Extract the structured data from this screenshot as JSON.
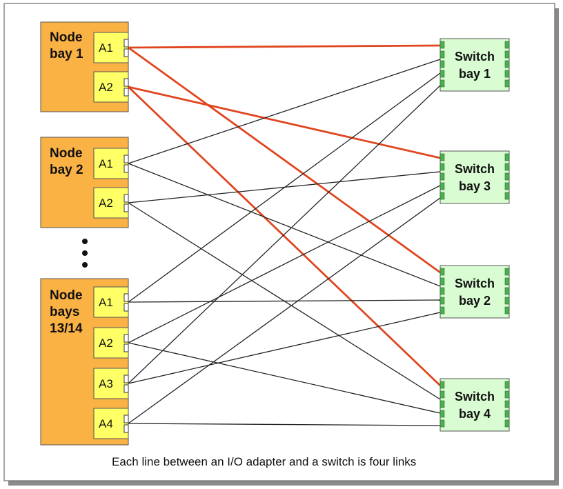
{
  "colors": {
    "node_fill": "#FBB245",
    "adapter_fill": "#FFFF66",
    "switch_fill": "#D9FCD2",
    "switch_port": "#4CAF50",
    "highlight_line": "#E0451E",
    "normal_line": "#222222"
  },
  "nodes": [
    {
      "id": "n1",
      "label_lines": [
        "Node",
        "bay 1"
      ],
      "adapters": [
        {
          "id": "n1a1",
          "label": "A1"
        },
        {
          "id": "n1a2",
          "label": "A2"
        }
      ]
    },
    {
      "id": "n2",
      "label_lines": [
        "Node",
        "bay 2"
      ],
      "adapters": [
        {
          "id": "n2a1",
          "label": "A1"
        },
        {
          "id": "n2a2",
          "label": "A2"
        }
      ]
    },
    {
      "id": "n3",
      "label_lines": [
        "Node",
        "bays",
        "13/14"
      ],
      "adapters": [
        {
          "id": "n3a1",
          "label": "A1"
        },
        {
          "id": "n3a2",
          "label": "A2"
        },
        {
          "id": "n3a3",
          "label": "A3"
        },
        {
          "id": "n3a4",
          "label": "A4"
        }
      ]
    }
  ],
  "switches": [
    {
      "id": "s1",
      "label_lines": [
        "Switch",
        "bay 1"
      ]
    },
    {
      "id": "s3",
      "label_lines": [
        "Switch",
        "bay 3"
      ]
    },
    {
      "id": "s2",
      "label_lines": [
        "Switch",
        "bay 2"
      ]
    },
    {
      "id": "s4",
      "label_lines": [
        "Switch",
        "bay 4"
      ]
    }
  ],
  "connections": [
    {
      "from": "n1a1",
      "to": "s1",
      "highlight": true
    },
    {
      "from": "n1a1",
      "to": "s2",
      "highlight": true
    },
    {
      "from": "n1a2",
      "to": "s3",
      "highlight": true
    },
    {
      "from": "n1a2",
      "to": "s4",
      "highlight": true
    },
    {
      "from": "n2a1",
      "to": "s1",
      "highlight": false
    },
    {
      "from": "n2a1",
      "to": "s2",
      "highlight": false
    },
    {
      "from": "n2a2",
      "to": "s3",
      "highlight": false
    },
    {
      "from": "n2a2",
      "to": "s4",
      "highlight": false
    },
    {
      "from": "n3a1",
      "to": "s1",
      "highlight": false
    },
    {
      "from": "n3a1",
      "to": "s2",
      "highlight": false
    },
    {
      "from": "n3a2",
      "to": "s3",
      "highlight": false
    },
    {
      "from": "n3a2",
      "to": "s4",
      "highlight": false
    },
    {
      "from": "n3a3",
      "to": "s1",
      "highlight": false
    },
    {
      "from": "n3a3",
      "to": "s2",
      "highlight": false
    },
    {
      "from": "n3a4",
      "to": "s3",
      "highlight": false
    },
    {
      "from": "n3a4",
      "to": "s4",
      "highlight": false
    }
  ],
  "caption": "Each line between an I/O adapter and a switch is four links"
}
